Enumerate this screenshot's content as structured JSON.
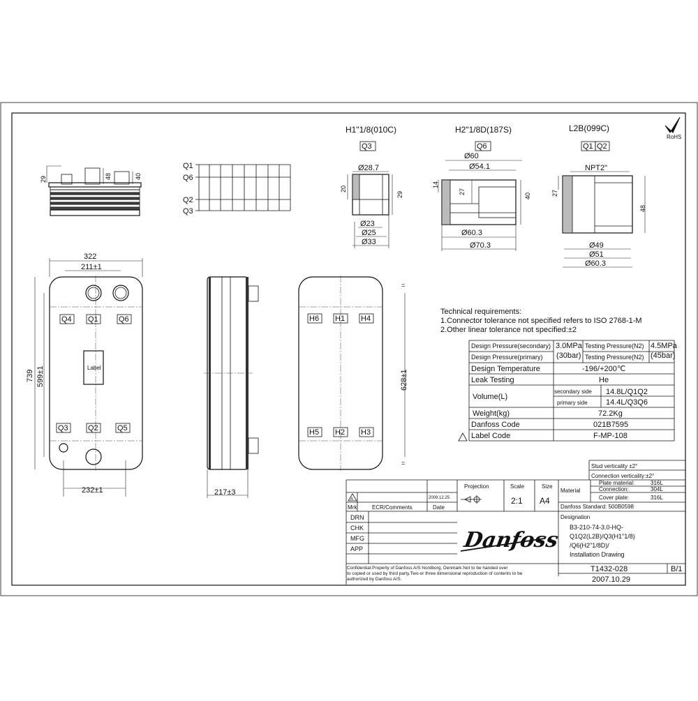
{
  "connections": {
    "h1": {
      "title": "H1\"1/8(010C)",
      "port": "Q3",
      "dims": [
        "Ø28.7",
        "Ø23",
        "Ø25",
        "Ø33",
        "20",
        "29"
      ]
    },
    "h2": {
      "title": "H2\"1/8D(187S)",
      "port": "Q6",
      "dims": [
        "Ø60",
        "Ø54.1",
        "Ø60.3",
        "Ø70.3",
        "14",
        "27",
        "40"
      ]
    },
    "l2b": {
      "title": "L2B(099C)",
      "ports": [
        "Q1",
        "Q2"
      ],
      "thread": "NPT2\"",
      "dims": [
        "Ø49",
        "Ø51",
        "Ø60.3",
        "27",
        "48"
      ]
    }
  },
  "top_view": {
    "dims": [
      "29",
      "48",
      "40"
    ]
  },
  "side_labels": [
    "Q1",
    "Q6",
    "Q2",
    "Q3"
  ],
  "front_view": {
    "dims": [
      "322",
      "211±1",
      "739",
      "599±1",
      "232±1"
    ],
    "ports_top": [
      "Q4",
      "Q1",
      "Q6"
    ],
    "ports_bottom": [
      "Q3",
      "Q2",
      "Q5"
    ],
    "label": "Label"
  },
  "edge_view": {
    "dim": "217±3"
  },
  "rear_view": {
    "ports_top": [
      "H6",
      "H1",
      "H4"
    ],
    "ports_bottom": [
      "H5",
      "H2",
      "H3"
    ],
    "dim": "628±1",
    "marks": [
      "=",
      "="
    ]
  },
  "requirements": {
    "heading": "Technical requirements:",
    "items": [
      "1.Connector tolerance not specified refers to ISO 2768-1-M",
      "2.Other linear tolerance not specified:±2"
    ]
  },
  "spec": {
    "design_pressure_secondary": "Design Pressure(secondary)",
    "secondary_value": "3.0MPa",
    "testing_pressure_1": "Testing Pressure(N2)",
    "testing_value_1": "4.5MPa",
    "design_pressure_primary": "Design Pressure(primary)",
    "primary_value": "(30bar)",
    "testing_pressure_2": "Testing Pressure(N2)",
    "testing_value_2": "(45bar)",
    "design_temperature": "Design Temperature",
    "temperature_value": "-196/+200℃",
    "leak_testing": "Leak Testing",
    "leak_value": "He",
    "volume": "Volume(L)",
    "secondary_side": "secondary side",
    "secondary_volume": "14.8L/Q1Q2",
    "primary_side": "primary side",
    "primary_volume": "14.4L/Q3Q6",
    "weight": "Weight(kg)",
    "weight_value": "72.2Kg",
    "danfoss_code": "Danfoss Code",
    "danfoss_code_value": "021B7595",
    "label_code": "Label Code",
    "label_code_value": "F-MP-108"
  },
  "title_block": {
    "stud_verticality": "Stud verticality ±2°",
    "connection_verticality": "Connection verticality:±2°",
    "plate_material": "Plate material:",
    "plate_material_value": "316L",
    "connection": "Connection:",
    "connection_value": "304L",
    "cover_plate": "Cover plate:",
    "cover_plate_value": "316L",
    "material": "Material",
    "projection": "Projection",
    "scale": "Scale",
    "scale_value": "2:1",
    "size": "Size",
    "size_value": "A4",
    "rev_mark": "A",
    "rev_date": "2009.12.25",
    "mrk": "Mrk",
    "ecr": "ECR/Comments",
    "date": "Date",
    "standard": "Danfoss Standard: 500B0598",
    "designation": "Designation",
    "designation_lines": [
      "B3-210-74-3.0-HQ-",
      "Q1Q2(L2B)/Q3(H1\"1/8)",
      "/Q6(H2\"1/8D)/",
      "Installation Drawing"
    ],
    "roles": [
      "DRN",
      "CHK",
      "MFG",
      "APP"
    ],
    "brand": "Danfoss",
    "confidential": [
      "Confidential:Property of Danfoss A/S Nordborg, Denmark.Not to be handed over",
      "to copied or used by third party.Two-or three dimensional reproduction of contents to be",
      "authorized by Danfoss A/S."
    ],
    "drawing_number": "T1432-028",
    "sheet": "B/1",
    "drawing_date": "2007.10.29"
  },
  "rohs": "RoHS"
}
